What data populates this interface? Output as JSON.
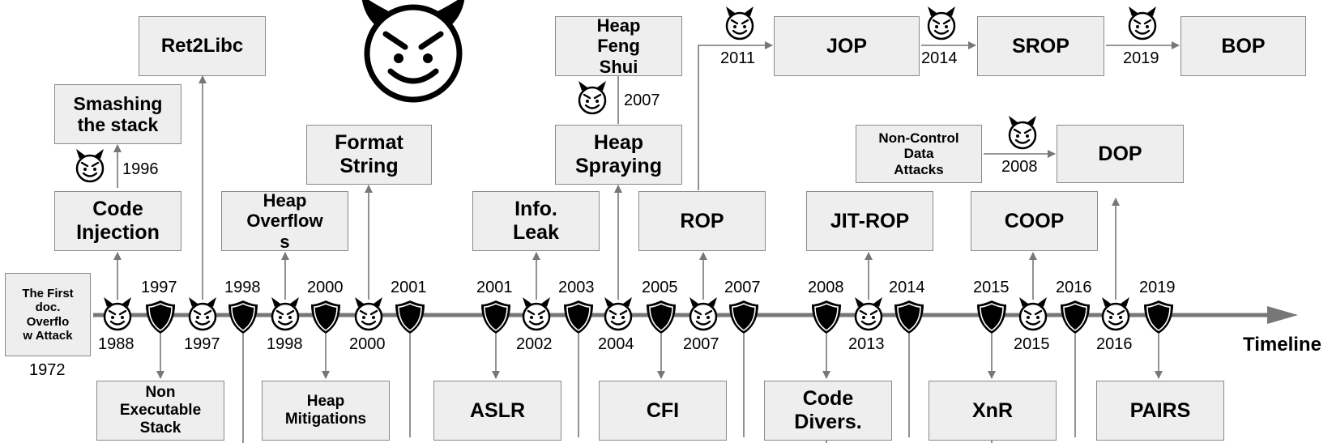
{
  "timeline_label": "Timeline",
  "attacks": {
    "first_doc": "The First\ndoc.\nOverflo\nw Attack",
    "code_injection": "Code\nInjection",
    "smashing": "Smashing\nthe stack",
    "ret2libc": "Ret2Libc",
    "heap_overflows": "Heap\nOverflow\ns",
    "format_string": "Format\nString",
    "info_leak": "Info.\nLeak",
    "heap_spraying": "Heap\nSpraying",
    "heap_feng_shui": "Heap\nFeng\nShui",
    "rop": "ROP",
    "jop": "JOP",
    "srop": "SROP",
    "bop": "BOP",
    "non_control": "Non-Control\nData\nAttacks",
    "dop": "DOP",
    "jit_rop": "JIT-ROP",
    "coop": "COOP"
  },
  "defenses": {
    "nx_stack": "Non\nExecutable\nStack",
    "heap_mitigations": "Heap\nMitigations",
    "aslr": "ASLR",
    "cfi": "CFI",
    "code_divers": "Code\nDivers.",
    "xnr": "XnR",
    "pairs": "PAIRS"
  },
  "years": {
    "y1972": "1972",
    "a1988": "1988",
    "d1997": "1997",
    "a1997": "1997",
    "d1998": "1998",
    "a1998": "1998",
    "d2000": "2000",
    "a2000": "2000",
    "d2001a": "2001",
    "d2001b": "2001",
    "a2002": "2002",
    "d2003": "2003",
    "a2004": "2004",
    "d2005": "2005",
    "a2007": "2007",
    "d2007": "2007",
    "d2008": "2008",
    "a2013": "2013",
    "d2014": "2014",
    "d2015": "2015",
    "a2015": "2015",
    "d2016": "2016",
    "a2016": "2016",
    "d2019": "2019",
    "smash1996": "1996",
    "feng2007": "2007",
    "jop2011": "2011",
    "srop2014": "2014",
    "bop2019": "2019",
    "dop2008": "2008"
  },
  "colors": {
    "axis": "#777777",
    "box_fill": "#eeeeee",
    "box_border": "#8a8a8a",
    "shield": "#000000"
  },
  "icons": [
    "devil-face-icon",
    "shield-icon"
  ]
}
